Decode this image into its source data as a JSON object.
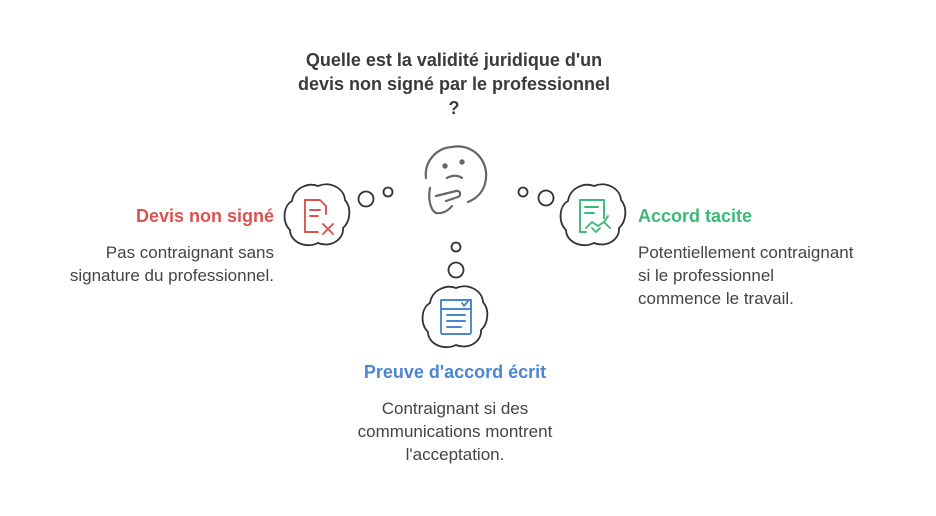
{
  "question": {
    "lines": [
      "Quelle est la validité juridique d'un",
      "devis non signé par le professionnel",
      "?"
    ]
  },
  "options": {
    "left": {
      "title": "Devis non signé",
      "desc_lines": [
        "Pas contraignant sans",
        "signature du professionnel."
      ],
      "color": "#d9534f",
      "icon": "document-x-icon"
    },
    "right": {
      "title": "Accord tacite",
      "desc_lines": [
        "Potentiellement contraignant",
        "si le professionnel",
        "commence le travail."
      ],
      "color": "#3cb878",
      "icon": "contract-handshake-icon"
    },
    "bottom": {
      "title": "Preuve d'accord écrit",
      "desc_lines": [
        "Contraignant si des",
        "communications montrent",
        "l'acceptation."
      ],
      "color": "#4a86d4",
      "icon": "checked-document-icon"
    }
  },
  "center": {
    "icon": "thinking-face-icon",
    "color": "#666666"
  }
}
